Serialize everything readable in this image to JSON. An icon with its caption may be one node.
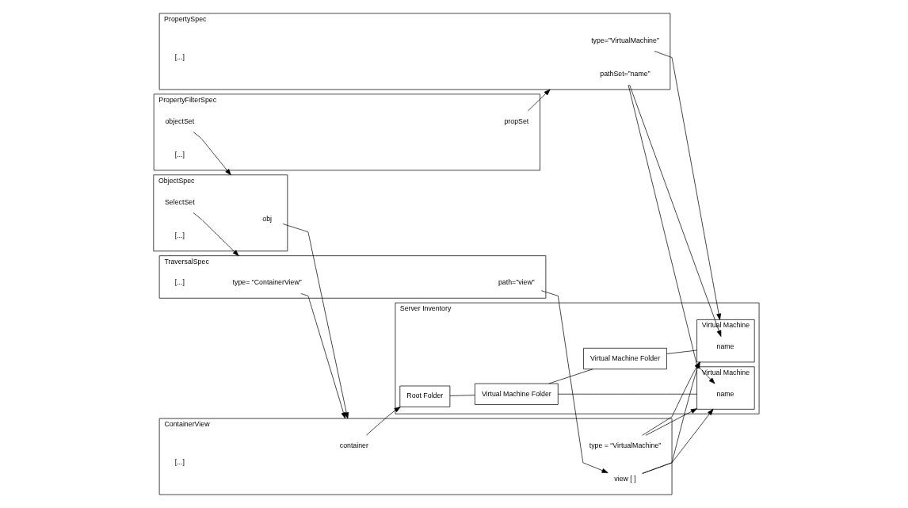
{
  "diagram": {
    "nodes": [
      {
        "text": [
          "PropertyFilterSpec"
        ]
      },
      {
        "text": [
          "objectSet"
        ],
        "in": 0
      },
      {
        "text": [
          "propSet"
        ],
        "in": 0
      },
      {
        "text": [
          "[...]"
        ],
        "in": 0
      },
      {
        "text": [
          "ObjectSpec"
        ]
      },
      {
        "text": [
          "obj"
        ],
        "in": 4
      },
      {
        "text": [
          "SelectSet"
        ],
        "in": 4
      },
      {
        "text": [
          "[...]"
        ],
        "in": 4
      },
      {
        "text": [
          "TraversalSpec"
        ]
      },
      {
        "text": [
          "type= “ContainerView”"
        ],
        "in": 8
      },
      {
        "text": [
          "path=”view”"
        ],
        "in": 8
      },
      {
        "text": [
          "[...]"
        ],
        "in": 8
      },
      {
        "text": [
          "ContainerView"
        ]
      },
      {
        "text": [
          "container"
        ],
        "in": 12
      },
      {
        "text": [
          "type = “VirtualMachine”"
        ],
        "in": 12
      },
      {
        "text": [
          "view [ ]"
        ],
        "in": 12
      },
      {
        "text": [
          "[...]"
        ],
        "in": 12
      },
      {
        "text": [
          "PropertySpec"
        ]
      },
      {
        "text": [
          "type=”VirtualMachine”"
        ],
        "in": 17
      },
      {
        "text": [
          "pathSet=”name”"
        ],
        "in": 17
      },
      {
        "text": [
          "[...]"
        ],
        "in": 17
      },
      {
        "text": [
          "Server Inventory"
        ]
      },
      {
        "text": [
          "Root Folder"
        ],
        "in": 21
      },
      {
        "text": [
          "Virtual Machine Folder"
        ],
        "in": 21
      },
      {
        "text": [
          "Virtual Machine"
        ],
        "in": 21
      },
      {
        "text": [
          "name"
        ],
        "in": 24
      },
      {
        "text": [
          "Virtual Machine Folder"
        ],
        "in": 21
      },
      {
        "text": [
          "Virtual Machine"
        ],
        "in": 21
      },
      {
        "text": [
          "name"
        ],
        "in": 27
      }
    ],
    "edges": [
      {
        "from": 1,
        "to": 4,
        "arrow": "to"
      },
      {
        "from": 5,
        "to": 12,
        "arrow": "to"
      },
      {
        "from": 6,
        "to": 8,
        "arrow": "to"
      },
      {
        "from": 9,
        "to": 12,
        "arrow": "to"
      },
      {
        "from": 10,
        "to": 15,
        "arrow": "to"
      },
      {
        "from": 13,
        "to": 22,
        "arrow": "to"
      },
      {
        "from": 14,
        "to": 24,
        "arrow": "to"
      },
      {
        "from": 15,
        "to": 24,
        "arrow": "to"
      },
      {
        "from": 14,
        "to": 27,
        "arrow": "to"
      },
      {
        "from": 15,
        "to": 27,
        "arrow": "to"
      },
      {
        "from": 2,
        "to": 17,
        "arrow": "to"
      },
      {
        "from": 18,
        "to": 27,
        "arrow": "to"
      },
      {
        "from": 19,
        "to": 25,
        "arrow": "to"
      },
      {
        "from": 19,
        "to": 28,
        "arrow": "to"
      },
      {
        "from": 22,
        "to": 23,
        "arrow": "none"
      },
      {
        "from": 23,
        "to": 24,
        "arrow": "none"
      },
      {
        "from": 23,
        "to": 26,
        "arrow": "none"
      },
      {
        "from": 26,
        "to": 27,
        "arrow": "none"
      }
    ]
  }
}
